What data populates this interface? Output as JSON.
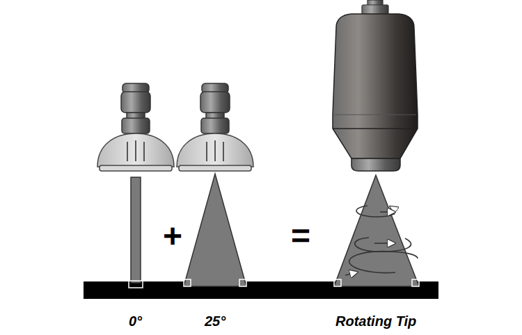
{
  "diagram": {
    "labels": [
      "+",
      "=",
      "0°",
      "25°",
      "Rotating Tip"
    ]
  }
}
